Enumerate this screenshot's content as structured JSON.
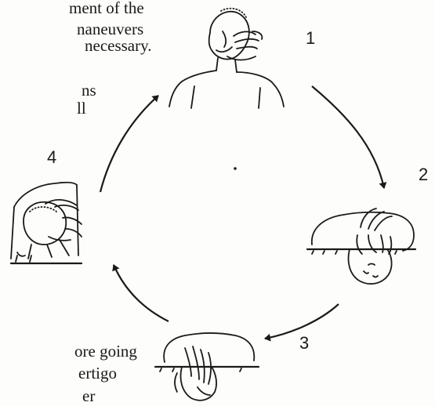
{
  "text_fragments": [
    "ment of the",
    "naneuvers",
    "necessary.",
    "ns",
    "ll",
    "ore going",
    "ertigo",
    "er"
  ],
  "diagram": {
    "step_labels": [
      "1",
      "2",
      "3",
      "4"
    ]
  },
  "colors": {
    "ink": "#1a1a1a",
    "paper": "#fdfdfb"
  }
}
